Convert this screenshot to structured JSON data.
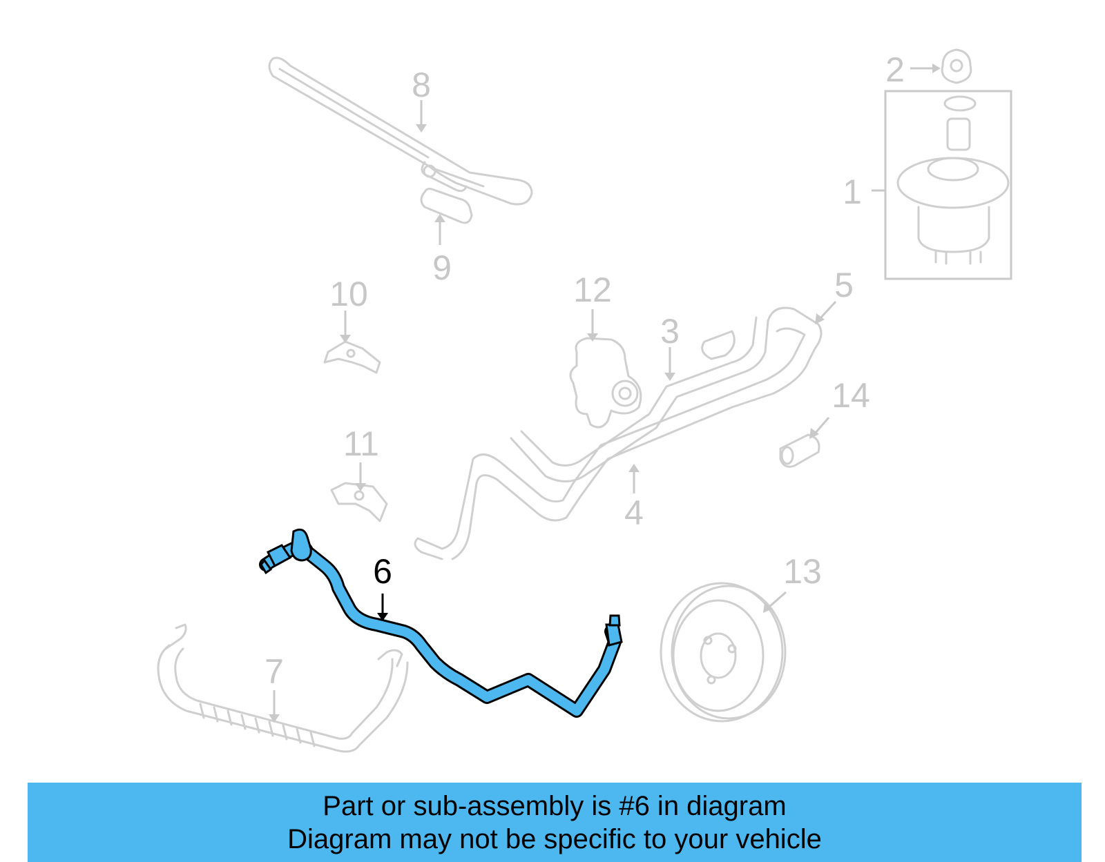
{
  "diagram": {
    "highlighted_part": "6",
    "highlight_color": "#4db8f0",
    "callouts": [
      {
        "id": "c1",
        "label": "1"
      },
      {
        "id": "c2",
        "label": "2"
      },
      {
        "id": "c3",
        "label": "3"
      },
      {
        "id": "c4",
        "label": "4"
      },
      {
        "id": "c5",
        "label": "5"
      },
      {
        "id": "c6",
        "label": "6"
      },
      {
        "id": "c7",
        "label": "7"
      },
      {
        "id": "c8",
        "label": "8"
      },
      {
        "id": "c9",
        "label": "9"
      },
      {
        "id": "c10",
        "label": "10"
      },
      {
        "id": "c11",
        "label": "11"
      },
      {
        "id": "c12",
        "label": "12"
      },
      {
        "id": "c13",
        "label": "13"
      },
      {
        "id": "c14",
        "label": "14"
      }
    ]
  },
  "banner": {
    "line1": "Part or sub-assembly is #6 in diagram",
    "line2": "Diagram may not be specific to your vehicle",
    "color": "#4db8f0"
  }
}
